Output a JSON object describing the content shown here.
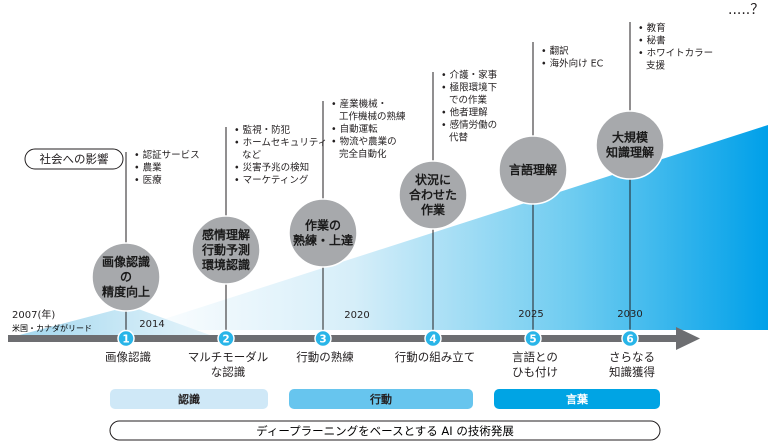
{
  "start": {
    "year": "2007(年)",
    "note": "米国・カナダがリード"
  },
  "impact_label": "社会への影響",
  "question_marks": ".....？",
  "milestones": [
    {
      "num": "1",
      "year": "2014",
      "circle": [
        "画像認識",
        "の",
        "精度向上"
      ],
      "stage": [
        "画像認識"
      ],
      "impacts": [
        "認証サービス",
        "農業",
        "医療"
      ]
    },
    {
      "num": "2",
      "year": "",
      "circle": [
        "感情理解",
        "行動予測",
        "環境認識"
      ],
      "stage": [
        "マルチモーダル",
        "な認識"
      ],
      "impacts": [
        "監視・防犯",
        "ホームセキュリティ",
        "など",
        "災害予兆の検知",
        "マーケティング"
      ]
    },
    {
      "num": "3",
      "year": "2020",
      "circle": [
        "作業の",
        "熟練・上達"
      ],
      "stage": [
        "行動の熟練"
      ],
      "impacts": [
        "産業機械・",
        "工作機械の熟練",
        "自動運転",
        "物流や農業の",
        "完全自動化"
      ]
    },
    {
      "num": "4",
      "year": "",
      "circle": [
        "状況に",
        "合わせた",
        "作業"
      ],
      "stage": [
        "行動の組み立て"
      ],
      "impacts": [
        "介護・家事",
        "極限環境下",
        "での作業",
        "他者理解",
        "感情労働の",
        "代替"
      ]
    },
    {
      "num": "5",
      "year": "2025",
      "circle": [
        "言語理解"
      ],
      "stage": [
        "言語との",
        "ひも付け"
      ],
      "impacts": [
        "翻訳",
        "海外向け EC"
      ]
    },
    {
      "num": "6",
      "year": "2030",
      "circle": [
        "大規模",
        "知識理解"
      ],
      "stage": [
        "さらなる",
        "知識獲得"
      ],
      "impacts": [
        "教育",
        "秘書",
        "ホワイトカラー",
        "支援"
      ]
    }
  ],
  "categories": [
    {
      "label": "認識",
      "color": "#cfe8f7"
    },
    {
      "label": "行動",
      "color": "#67c5ee"
    },
    {
      "label": "言葉",
      "color": "#00a4e4"
    }
  ],
  "footer": "ディープラーニングをベースとする AI の技術発展",
  "colors": {
    "arrow": "#6d6e71",
    "circle": "#a7a9ac",
    "marker": "#29b5e8",
    "wedge_start": "#ffffff",
    "wedge_end": "#00a0e9"
  }
}
